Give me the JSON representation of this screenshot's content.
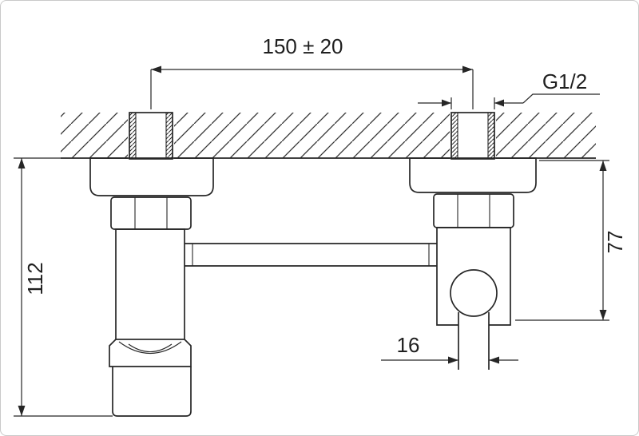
{
  "labels": {
    "center_distance": "150 ± 20",
    "thread_size": "G1/2",
    "overall_height": "112",
    "outlet_height": "77",
    "outlet_width": "16"
  }
}
